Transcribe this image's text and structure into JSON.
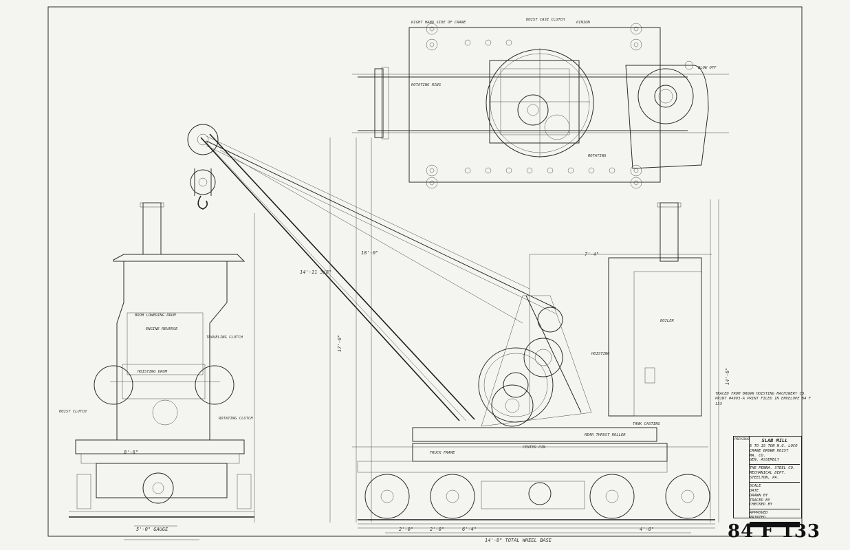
{
  "plan_view": {
    "side_label": "RIGHT HAND SIDE OF CRANE",
    "callouts": [
      "HOIST CASE CLUTCH",
      "PINION",
      "BLOW OFF",
      "ROTATING",
      "ROTATING RING"
    ]
  },
  "dimensions": {
    "boom_length": "18'-0\"",
    "height_left": "14'-11 3/8\"",
    "bottom_wheel_base": "14'-8\" TOTAL WHEEL BASE",
    "track_gauge": "5'-0\" GAUGE",
    "frame_width": "8'-6\"",
    "overall_height": "17'-0\"",
    "right_height": "14'-6\"",
    "rear_width": "7'-4\"",
    "spacing_a": "2'-0\"",
    "spacing_b": "2'-0\"",
    "spacing_c": "6'-4\"",
    "spacing_d": "4'-0\""
  },
  "callouts": {
    "boom_lowering_drum": "BOOM LOWERING DRUM",
    "engine_reverse": "ENGINE REVERSE",
    "traveling_clutch": "TRAVELING CLUTCH",
    "hoisting_drum": "HOISTING DRUM",
    "hoist_clutch": "HOIST CLUTCH",
    "rotating_clutch": "ROTATING CLUTCH",
    "boiler": "BOILER",
    "hoisting": "HOISTING",
    "tank_casting": "TANK CASTING",
    "truck_frame": "TRUCK FRAME",
    "center_pin": "CENTER PIN",
    "rear_thrust_roller": "REAR THRUST ROLLER"
  },
  "traced_note": "TRACED FROM BROWN HOISTING MACHINERY CO. PRINT #4993-A PRINT FILED IN ENVELOPE 84 F 133",
  "title_block": {
    "left_label": "PREVIOUS",
    "line1": "SLAB MILL",
    "line2": "5 TO 15 TON N.G. LOCO",
    "line3": "CRANE BROWN HOIST",
    "line4": "MA. CO.",
    "line5": "GEN. ASSEMBLY",
    "company1": "THE PENNA. STEEL CO.",
    "company2": "MECHANICAL DEPT.",
    "company3": "STEELTON, PA.",
    "scale_label": "SCALE",
    "date_label": "DATE",
    "drawn_label": "DRAWN BY",
    "traced_label": "TRACED BY",
    "checked_label": "CHECKED BY",
    "approved_label": "APPROVED",
    "printed_label": "PRINTED"
  },
  "sheet_number": "84 F 133"
}
